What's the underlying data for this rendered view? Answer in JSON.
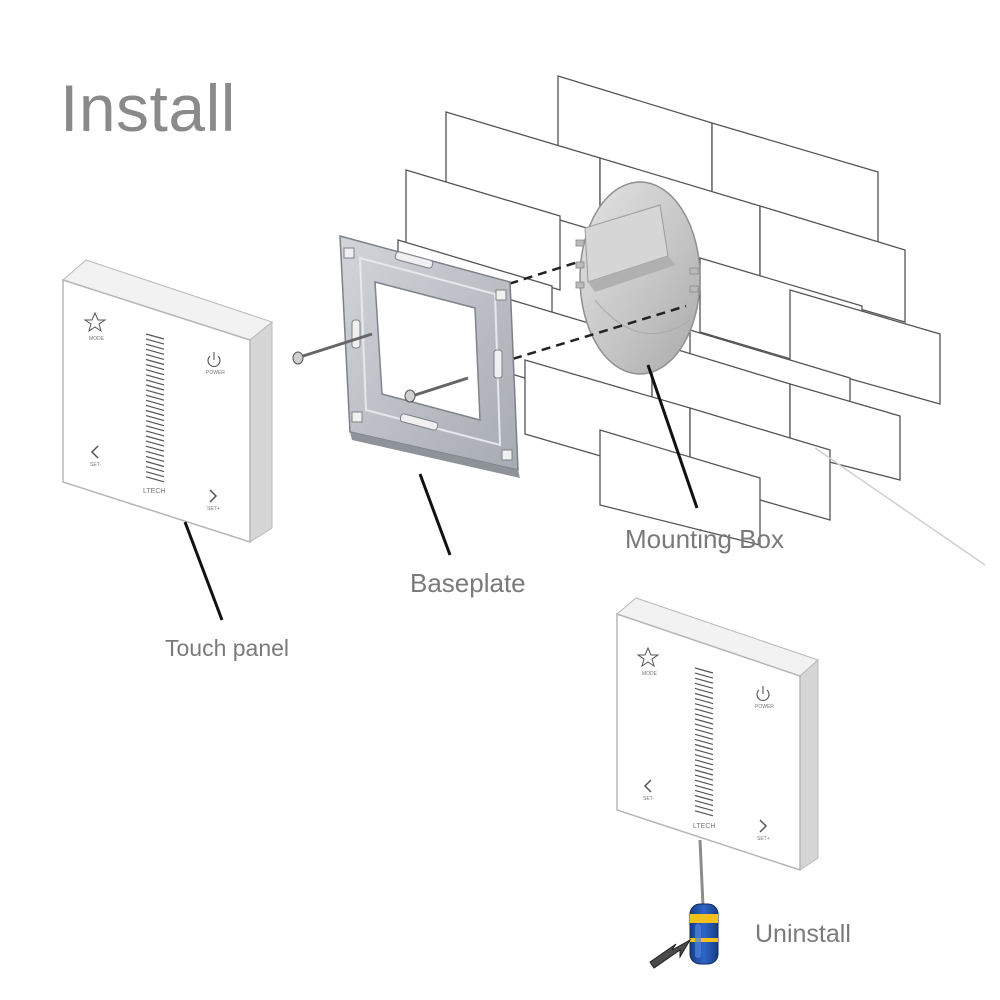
{
  "title": "Install",
  "labels": {
    "mounting_box": "Mounting Box",
    "baseplate": "Baseplate",
    "touch_panel": "Touch panel",
    "uninstall": "Uninstall"
  },
  "panel": {
    "brand": "LTECH",
    "mode_label": "MODE",
    "power_label": "POWER",
    "left_label": "SET-",
    "right_label": "SET+"
  },
  "colors": {
    "label_text": "#7a7a7a",
    "baseplate": "#b9bcc2",
    "mounting_box": "#c4c4c4",
    "brick_line": "#555555",
    "screwdriver_handle": "#1f4fa8",
    "screwdriver_band": "#f2c21a"
  }
}
